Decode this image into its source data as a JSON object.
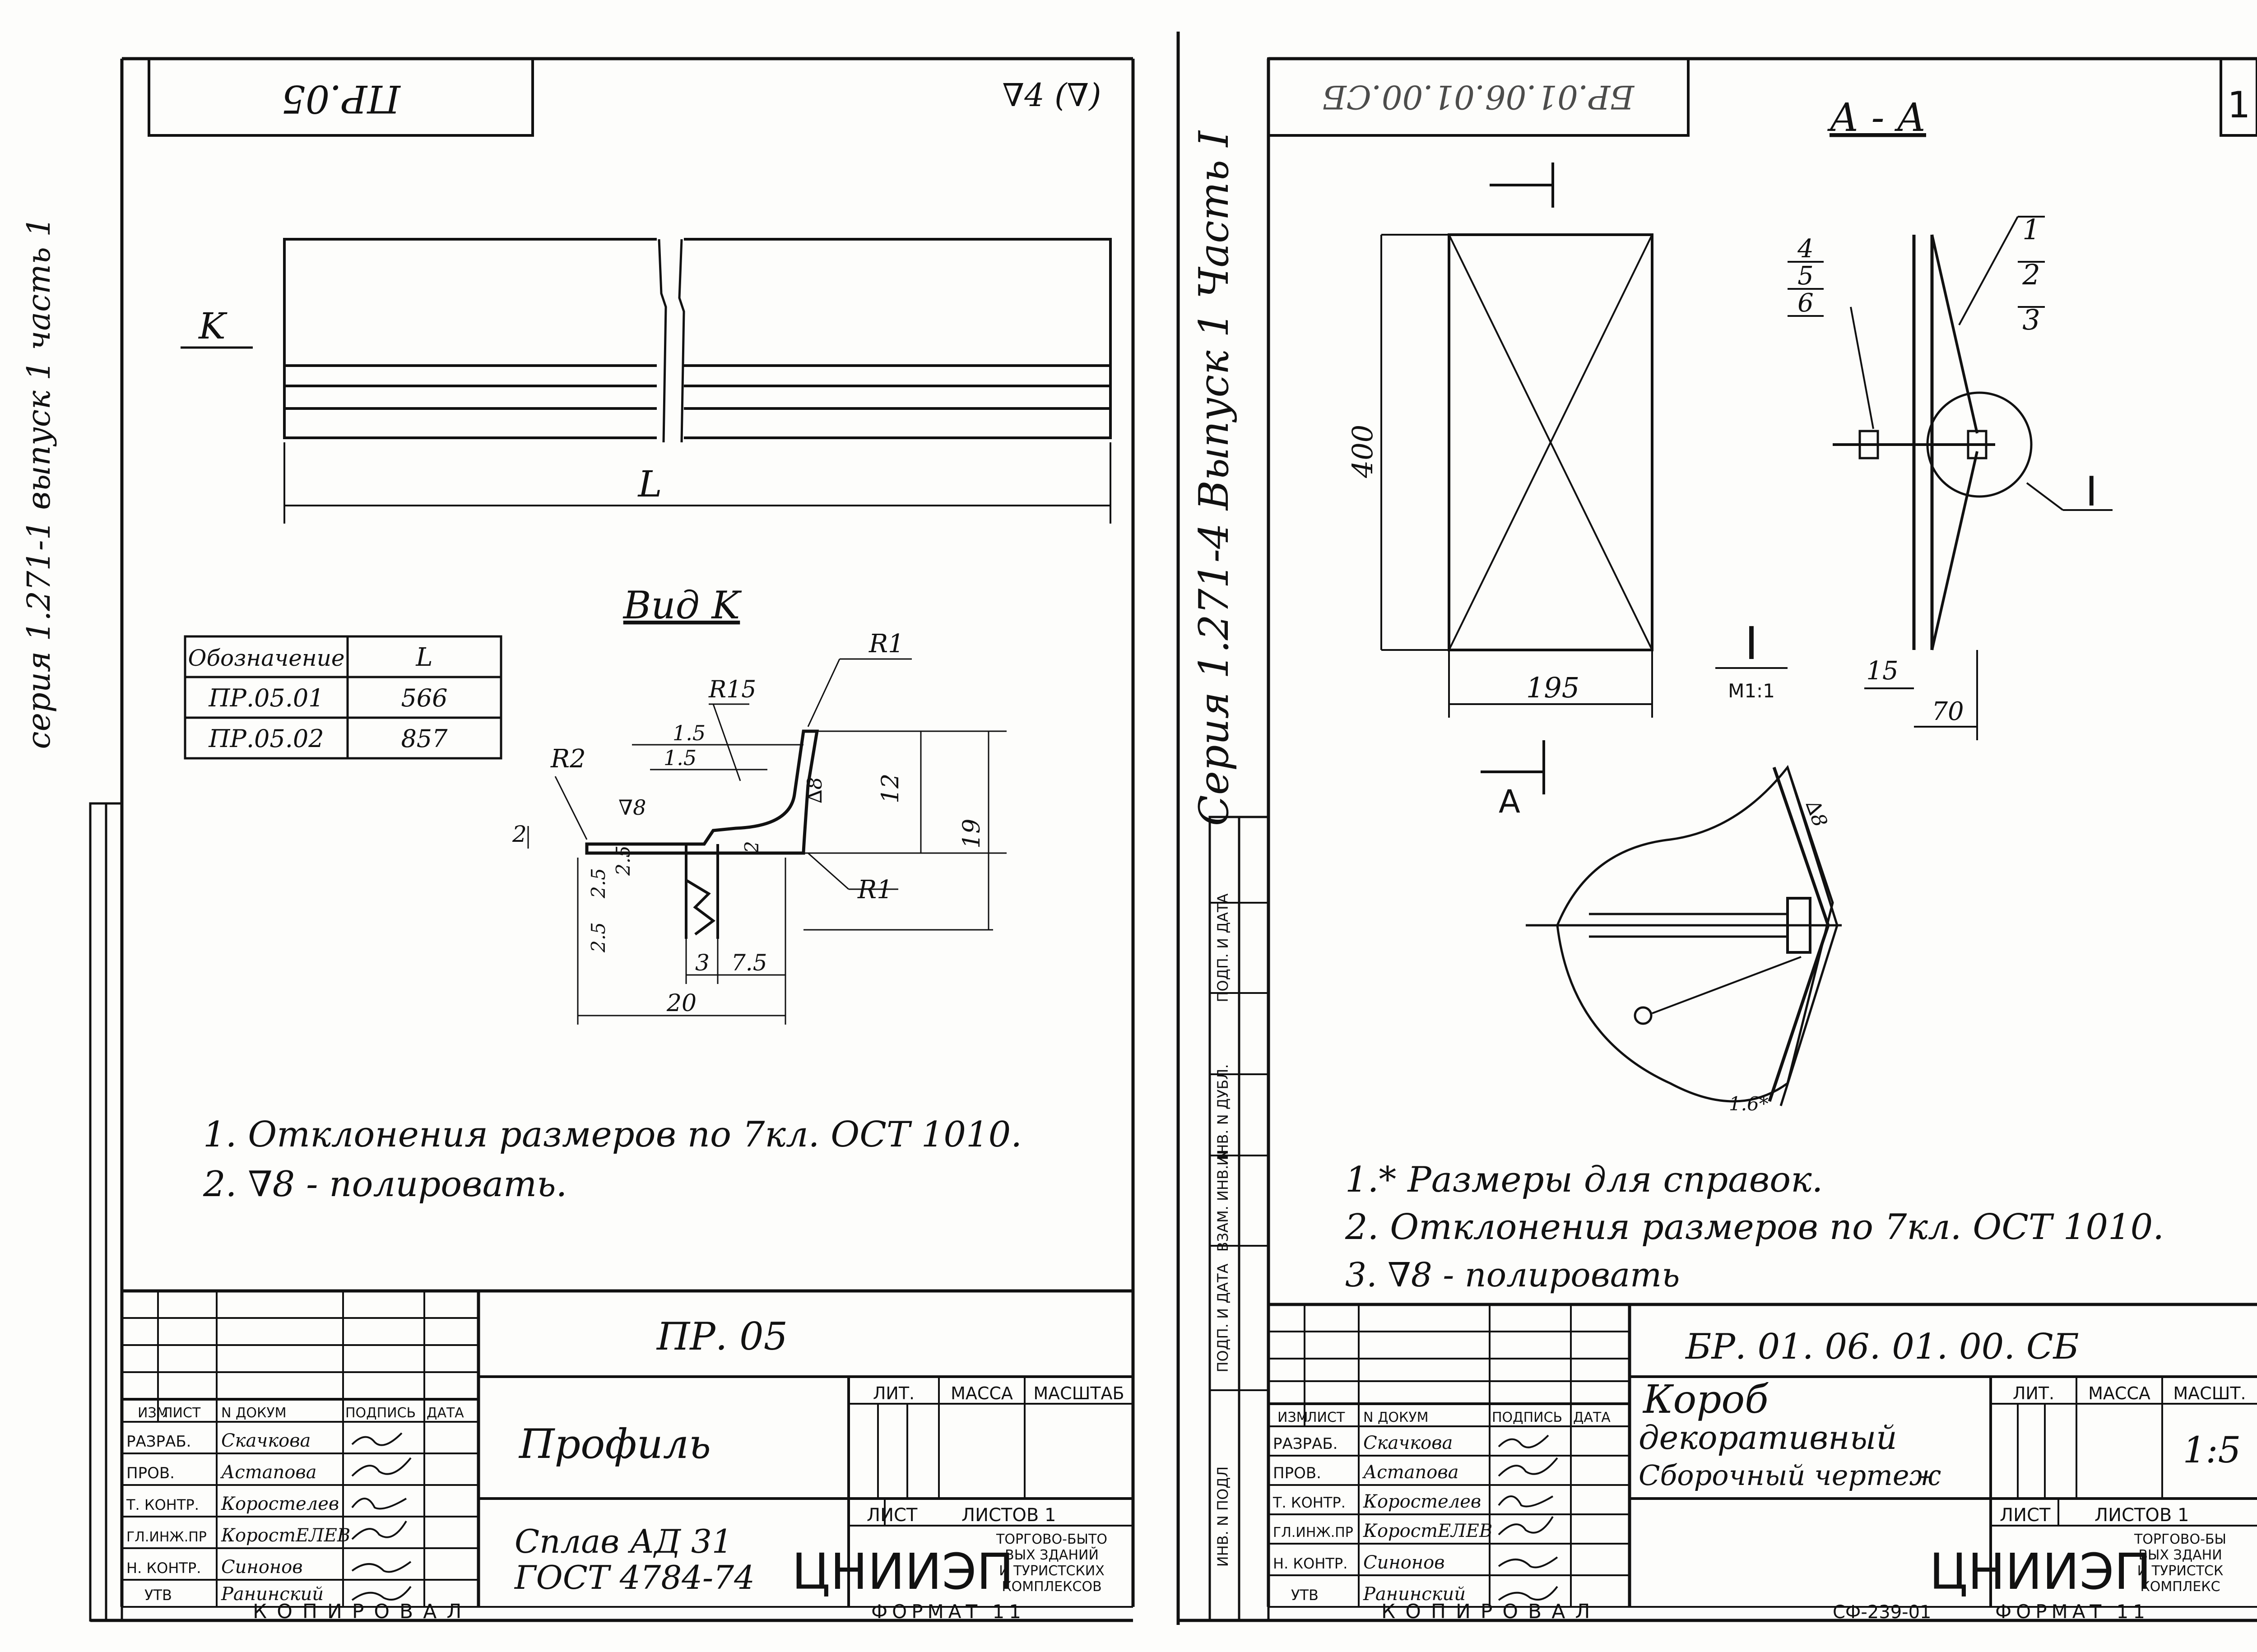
{
  "left_sheet": {
    "corner_code": "ПР.05",
    "roughness_mark": "∇4 (∇)",
    "side_series": "серия 1.271-1 выпуск 1 часть 1",
    "view_label": "K",
    "length_label": "L",
    "section_title": "Вид K",
    "table": {
      "headers": [
        "Обозначение",
        "L"
      ],
      "rows": [
        [
          "ПР.05.01",
          "566"
        ],
        [
          "ПР.05.02",
          "857"
        ]
      ]
    },
    "dims": {
      "r1_top": "R1",
      "r15": "R15",
      "r2": "R2",
      "r1_bottom": "R1",
      "d15a": "1.5",
      "d15b": "1.5",
      "d8": "∇8",
      "d2": "2",
      "d12": "12",
      "d19": "19",
      "d25a": "2.5",
      "d25b": "2.5",
      "d25c": "2.5",
      "d2b": "2",
      "d3": "3",
      "d75": "7.5",
      "d20": "20",
      "delta8": "∆8"
    },
    "notes": [
      "1. Отклонения размеров по 7кл. ОСТ 1010.",
      "2. ∇8 - полировать."
    ]
  },
  "right_sheet": {
    "corner_code": "БР.01.06.01.00.СБ",
    "sheet_number": "1",
    "section_label": "А - А",
    "side_series": "Серия 1.271-4 Выпуск 1 Часть I",
    "dims": {
      "d400": "400",
      "d195": "195",
      "d15": "15",
      "d70": "70",
      "d16": "1.6*",
      "delta8": "∆8"
    },
    "cut_label": "А",
    "callouts": [
      "1",
      "2",
      "3",
      "4",
      "5",
      "6"
    ],
    "detail_mark": "I",
    "detail_scale": "М1:1",
    "notes": [
      "1.* Размеры для справок.",
      "2. Отклонения размеров по 7кл. ОСТ 1010.",
      "3. ∇8 - полировать"
    ]
  },
  "title_block_left": {
    "doc_code": "ПР. 05",
    "name": "Профиль",
    "material_1": "Сплав АД 31",
    "material_2": "ГОСТ 4784-74",
    "lit_header": "ЛИТ.",
    "mass_header": "МАССА",
    "scale_header": "МАСШТАБ",
    "sheet_label": "ЛИСТ",
    "sheets_label": "ЛИСТОВ 1",
    "org_logo": "ЦНИИЭП",
    "org_text": [
      "ТОРГОВО-БЫТО",
      "ВЫХ ЗДАНИЙ",
      "И ТУРИСТСКИХ",
      "КОМПЛЕКСОВ"
    ],
    "col_headers": [
      "ИЗМ",
      "ЛИСТ",
      "N ДОКУМ",
      "ПОДПИСЬ",
      "ДАТА"
    ],
    "roles": [
      "РАЗРАБ.",
      "ПРОВ.",
      "Т. КОНТР.",
      "ГЛ.ИНЖ.ПР",
      "Н. КОНТР.",
      "УТВ"
    ],
    "people": [
      "Скачкова",
      "Астапова",
      "Коростелев",
      "КоростЕЛЕВ",
      "Синонов",
      "Ранинский"
    ],
    "copied": "КОПИРОВАЛ",
    "format": "ФОРМАТ 11"
  },
  "title_block_right": {
    "doc_code": "БР. 01. 06. 01. 00. СБ",
    "name_1": "Короб",
    "name_2": "декоративный",
    "name_3": "Сборочный чертеж",
    "scale_value": "1:5",
    "lit_header": "ЛИТ.",
    "mass_header": "МАССА",
    "scale_header": "МАСШТ.",
    "sheet_label": "ЛИСТ",
    "sheets_label": "ЛИСТОВ 1",
    "org_logo": "ЦНИИЭП",
    "org_text": [
      "ТОРГОВО-БЫ",
      "ВЫХ ЗДАНИ",
      "И ТУРИСТСК",
      "КОМПЛЕКС"
    ],
    "col_headers": [
      "ИЗМ",
      "ЛИСТ",
      "N ДОКУМ",
      "ПОДПИСЬ",
      "ДАТА"
    ],
    "roles": [
      "РАЗРАБ.",
      "ПРОВ.",
      "Т. КОНТР.",
      "ГЛ.ИНЖ.ПР",
      "Н. КОНТР.",
      "УТВ"
    ],
    "people": [
      "Скачкова",
      "Астапова",
      "Коростелев",
      "КоростЕЛЕВ",
      "Синонов",
      "Ранинский"
    ],
    "copied": "КОПИРОВАЛ",
    "stamp_code": "СФ-239-01",
    "format": "ФОРМАТ 11"
  },
  "left_margin_labels": [
    "ИНВ. N ПОДЛ",
    "ПОДП. И ДАТА",
    "ВЗАМ. ИНВ. N",
    "ИНВ. N ДУБЛ.",
    "ПОДП. И ДАТА"
  ]
}
